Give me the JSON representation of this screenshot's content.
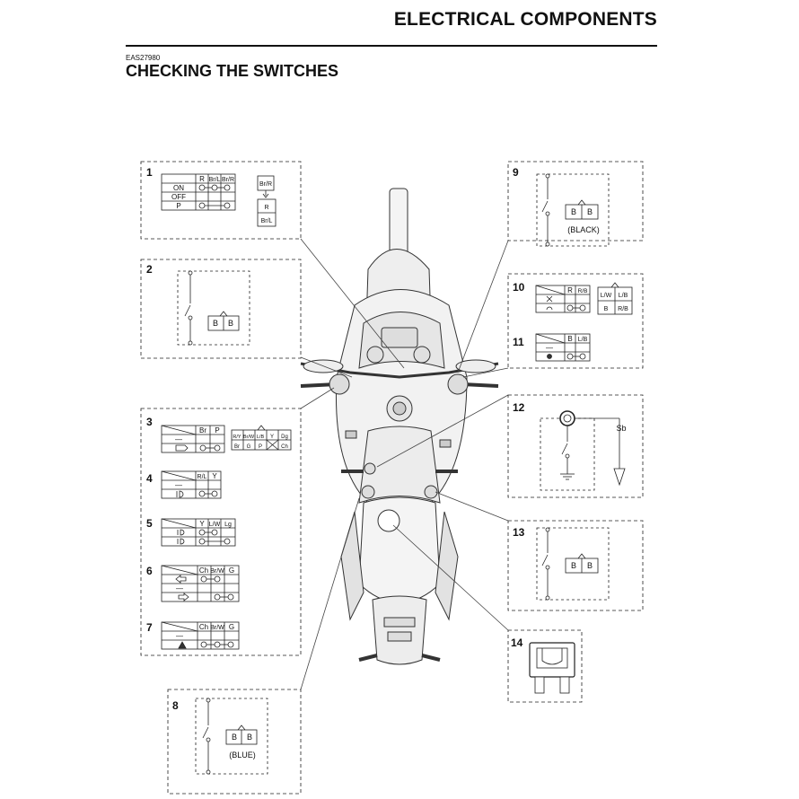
{
  "header": {
    "title": "ELECTRICAL COMPONENTS",
    "code": "EAS27980",
    "section": "CHECKING THE SWITCHES"
  },
  "callouts": {
    "n1": "1",
    "n2": "2",
    "n3": "3",
    "n4": "4",
    "n5": "5",
    "n6": "6",
    "n7": "7",
    "n8": "8",
    "n9": "9",
    "n10": "10",
    "n11": "11",
    "n12": "12",
    "n13": "13",
    "n14": "14"
  },
  "switch1": {
    "cols": [
      "R",
      "Br/L",
      "Br/R"
    ],
    "rows": [
      "ON",
      "OFF",
      "P"
    ],
    "coupler": {
      "top": "Br/R",
      "mid": "R",
      "bot": "Br/L"
    }
  },
  "couplers": {
    "b": "B"
  },
  "labels": {
    "black": "(BLACK)",
    "blue": "(BLUE)",
    "sb": "Sb",
    "dash": "—"
  },
  "switch3": {
    "cols": [
      "Br",
      "P"
    ],
    "coupler": {
      "top": [
        "R/Y",
        "Br/W",
        "L/B",
        "Y",
        "Dg"
      ],
      "bot": [
        "Br",
        "G",
        "P",
        "Ch"
      ]
    }
  },
  "switch4": {
    "cols": [
      "R/L",
      "Y"
    ]
  },
  "switch5": {
    "cols": [
      "Y",
      "L/W",
      "Lg"
    ]
  },
  "switch6": {
    "cols": [
      "Ch",
      "Br/W",
      "G"
    ]
  },
  "switch7": {
    "cols": [
      "Ch",
      "Br/W",
      "G"
    ]
  },
  "switch10": {
    "cols": [
      "R",
      "R/B"
    ],
    "coupler": {
      "top": [
        "L/W",
        "L/B"
      ],
      "bot": [
        "B",
        "R/B"
      ]
    }
  },
  "switch11": {
    "cols": [
      "B",
      "L/B"
    ]
  }
}
